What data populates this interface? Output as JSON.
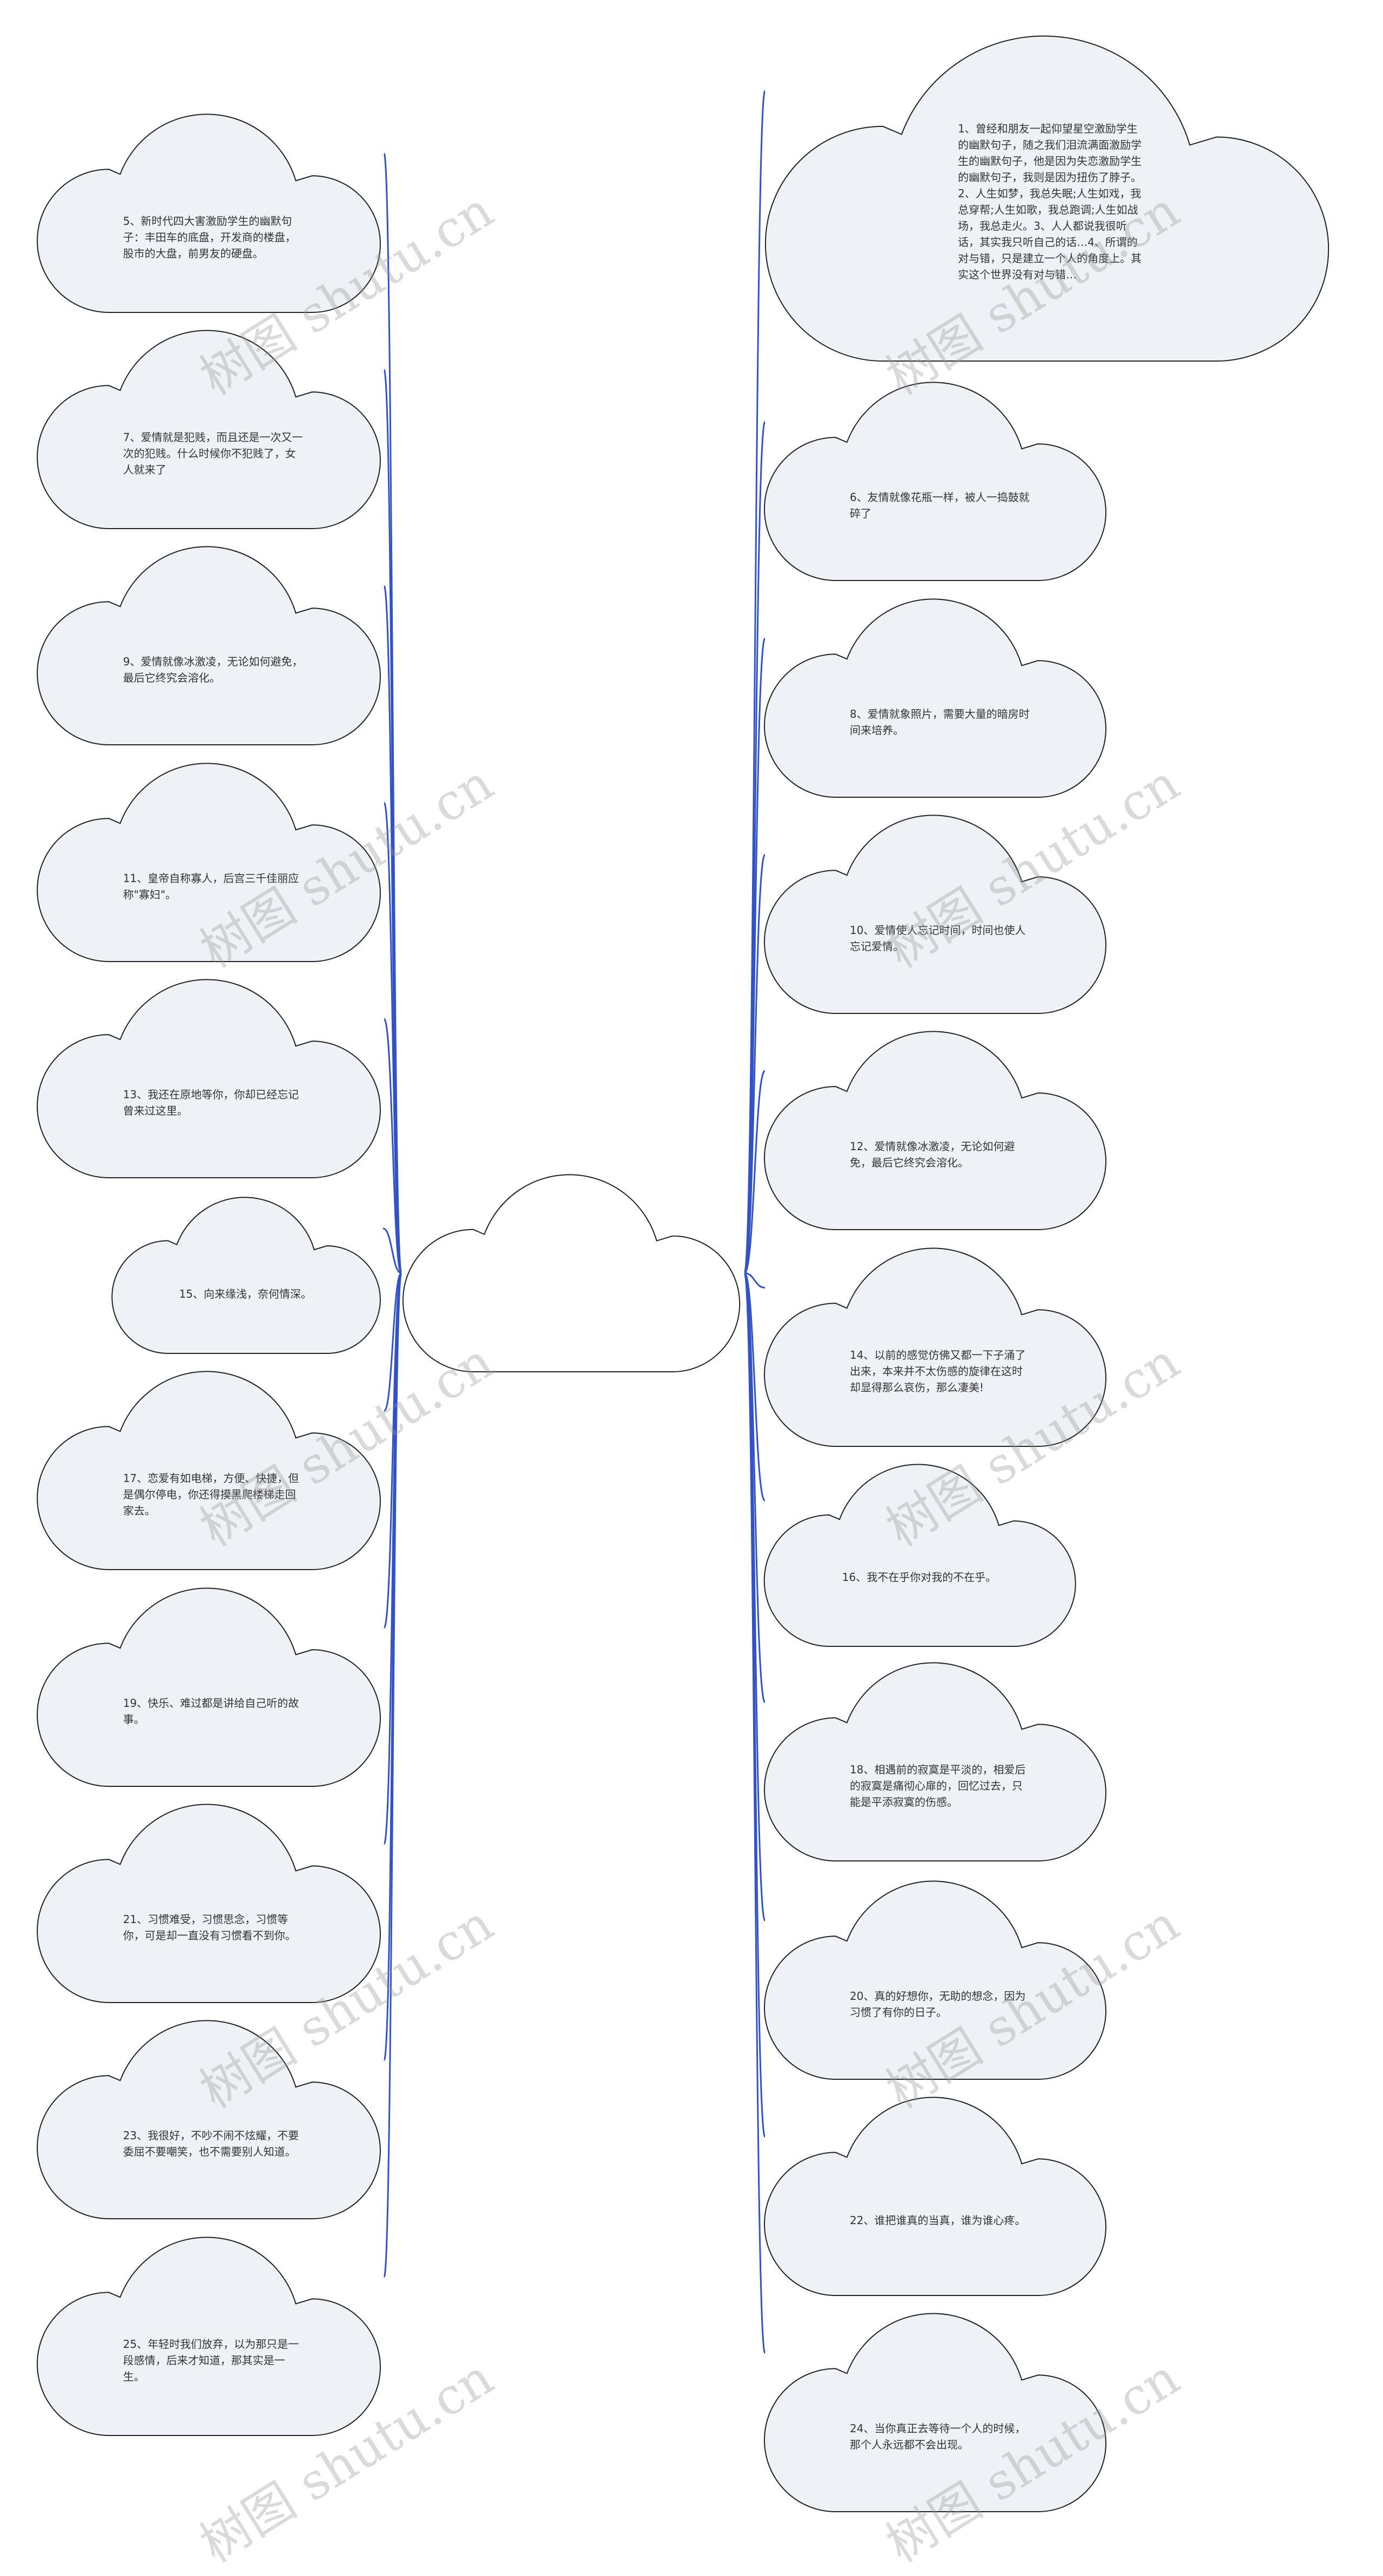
{
  "center": {
    "label": ""
  },
  "colors": {
    "link": "#3352c4",
    "cloud_fill": "#eef1f5",
    "center_fill": "#ffffff",
    "stroke": "#222222"
  },
  "left_nodes": [
    {
      "text": "5、新时代四大害激励学生的幽默句子：丰田车的底盘，开发商的楼盘，股市的大盘，前男友的硬盘。"
    },
    {
      "text": "7、爱情就是犯贱，而且还是一次又一次的犯贱。什么时候你不犯贱了，女人就来了"
    },
    {
      "text": "9、爱情就像冰激凌，无论如何避免，最后它终究会溶化。"
    },
    {
      "text": "11、皇帝自称寡人，后宫三千佳丽应称\"寡妇\"。"
    },
    {
      "text": "13、我还在原地等你，你却已经忘记曾来过这里。"
    },
    {
      "text": "15、向来缘浅，奈何情深。"
    },
    {
      "text": "17、恋爱有如电梯，方便、快捷，但是偶尔停电，你还得摸黑爬楼梯走回家去。"
    },
    {
      "text": "19、快乐、难过都是讲给自己听的故事。"
    },
    {
      "text": "21、习惯难受，习惯思念，习惯等你，可是却一直没有习惯看不到你。"
    },
    {
      "text": "23、我很好，不吵不闹不炫耀，不要委屈不要嘲笑，也不需要别人知道。"
    },
    {
      "text": "25、年轻时我们放弃，以为那只是一段感情，后来才知道，那其实是一生。"
    }
  ],
  "right_nodes": [
    {
      "text": "1、曾经和朋友一起仰望星空激励学生的幽默句子，随之我们泪流满面激励学生的幽默句子，他是因为失恋激励学生的幽默句子，我则是因为扭伤了脖子。2、人生如梦，我总失眠;人生如戏，我总穿帮;人生如歌，我总跑调;人生如战场，我总走火。3、人人都说我很听话，其实我只听自己的话…4、所谓的对与错，只是建立一个人的角度上。其实这个世界没有对与错…"
    },
    {
      "text": "6、友情就像花瓶一样，被人一捣鼓就碎了"
    },
    {
      "text": "8、爱情就象照片，需要大量的暗房时间来培养。"
    },
    {
      "text": "10、爱情使人忘记时间，时间也使人忘记爱情。"
    },
    {
      "text": "12、爱情就像冰激凌，无论如何避免，最后它终究会溶化。"
    },
    {
      "text": "14、以前的感觉仿佛又都一下子涌了出来，本来并不太伤感的旋律在这时却显得那么哀伤，那么凄美!"
    },
    {
      "text": "16、我不在乎你对我的不在乎。"
    },
    {
      "text": "18、相遇前的寂寞是平淡的，相爱后的寂寞是痛彻心扉的，回忆过去，只能是平添寂寞的伤感。"
    },
    {
      "text": "20、真的好想你，无助的想念，因为习惯了有你的日子。"
    },
    {
      "text": "22、谁把谁真的当真，谁为谁心疼。"
    },
    {
      "text": "24、当你真正去等待一个人的时候，那个人永远都不会出现。"
    }
  ],
  "watermark": {
    "text": "树图 shutu.cn"
  }
}
